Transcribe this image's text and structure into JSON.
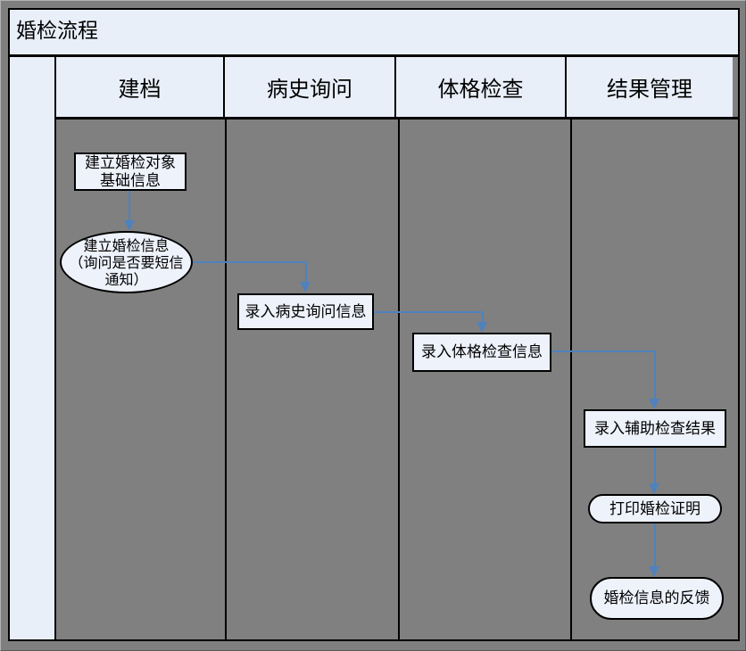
{
  "title": "婚检流程",
  "lanes": [
    {
      "id": "filing",
      "label": "建档"
    },
    {
      "id": "medical_history",
      "label": "病史询问"
    },
    {
      "id": "physical_exam",
      "label": "体格检查"
    },
    {
      "id": "result_management",
      "label": "结果管理"
    }
  ],
  "nodes": {
    "basic_info": {
      "shape": "rectangle",
      "lane": "建档",
      "lines": [
        "建立婚检对象",
        "基础信息"
      ]
    },
    "create_info": {
      "shape": "ellipse",
      "lane": "建档",
      "lines": [
        "建立婚检信息",
        "（询问是否要短信",
        "通知）"
      ]
    },
    "history_entry": {
      "shape": "rectangle",
      "lane": "病史询问",
      "label": "录入病史询问信息"
    },
    "physical_entry": {
      "shape": "rectangle",
      "lane": "体格检查",
      "label": "录入体格检查信息"
    },
    "auxiliary_result": {
      "shape": "rectangle",
      "lane": "结果管理",
      "label": "录入辅助检查结果"
    },
    "print_certificate": {
      "shape": "stadium",
      "lane": "结果管理",
      "label": "打印婚检证明"
    },
    "feedback": {
      "shape": "stadium",
      "lane": "结果管理",
      "label": "婚检信息的反馈"
    }
  },
  "edges": [
    {
      "from": "basic_info",
      "to": "create_info"
    },
    {
      "from": "create_info",
      "to": "history_entry"
    },
    {
      "from": "history_entry",
      "to": "physical_entry"
    },
    {
      "from": "physical_entry",
      "to": "auxiliary_result"
    },
    {
      "from": "auxiliary_result",
      "to": "print_certificate"
    },
    {
      "from": "print_certificate",
      "to": "feedback"
    }
  ],
  "colors": {
    "panel_fill": "#e9eff9",
    "node_fill": "#eef2fb",
    "lane_body": "#808080",
    "background": "#7f7f7f",
    "border": "#000000",
    "arrow": "#4f81bd"
  }
}
